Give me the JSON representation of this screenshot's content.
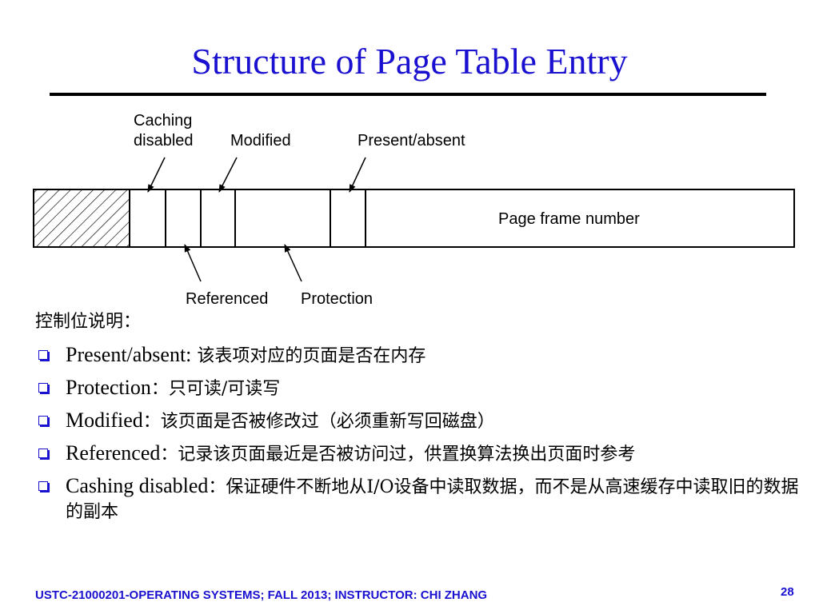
{
  "slide": {
    "title": "Structure of Page Table Entry",
    "footer": "USTC-21000201-OPERATING SYSTEMS; FALL 2013; INSTRUCTOR: CHI ZHANG",
    "page_number": "28"
  },
  "diagram": {
    "labels": {
      "caching_line1": "Caching",
      "caching_line2": "disabled",
      "modified": "Modified",
      "present_absent": "Present/absent",
      "page_frame_number": "Page frame number",
      "referenced": "Referenced",
      "protection": "Protection"
    }
  },
  "content": {
    "intro": "控制位说明：",
    "bullets": [
      {
        "term": "Present/absent:",
        "desc": " 该表项对应的页面是否在内存"
      },
      {
        "term": "Protection",
        "desc": "：只可读/可读写"
      },
      {
        "term": "Modified",
        "desc": "：该页面是否被修改过（必须重新写回磁盘）"
      },
      {
        "term": "Referenced",
        "desc": "：记录该页面最近是否被访问过，供置换算法换出页面时参考"
      },
      {
        "term": "Cashing disabled",
        "desc": "：保证硬件不断地从I/O设备中读取数据，而不是从高速缓存中读取旧的数据的副本"
      }
    ]
  },
  "colors": {
    "accent": "#1a10d0",
    "text": "#000000"
  }
}
